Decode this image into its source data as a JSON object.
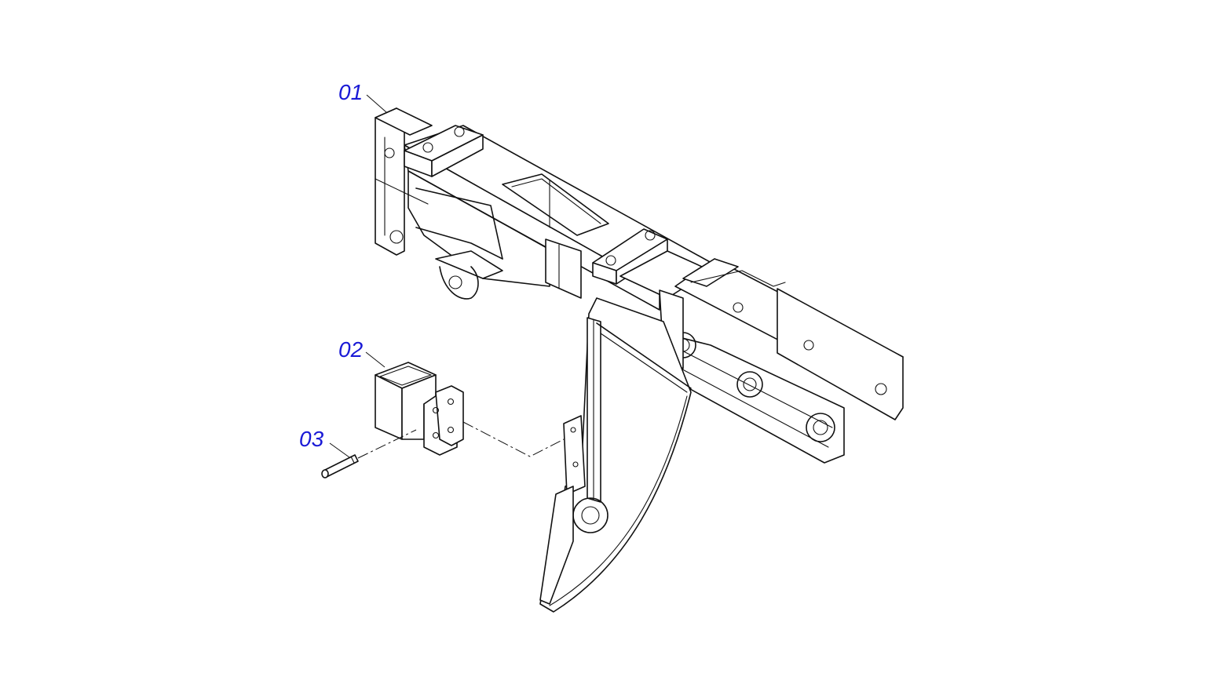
{
  "label_color": "#1a1ad6",
  "parts": [
    {
      "id": "part-01",
      "label": "01"
    },
    {
      "id": "part-02",
      "label": "02"
    },
    {
      "id": "part-03",
      "label": "03"
    }
  ]
}
